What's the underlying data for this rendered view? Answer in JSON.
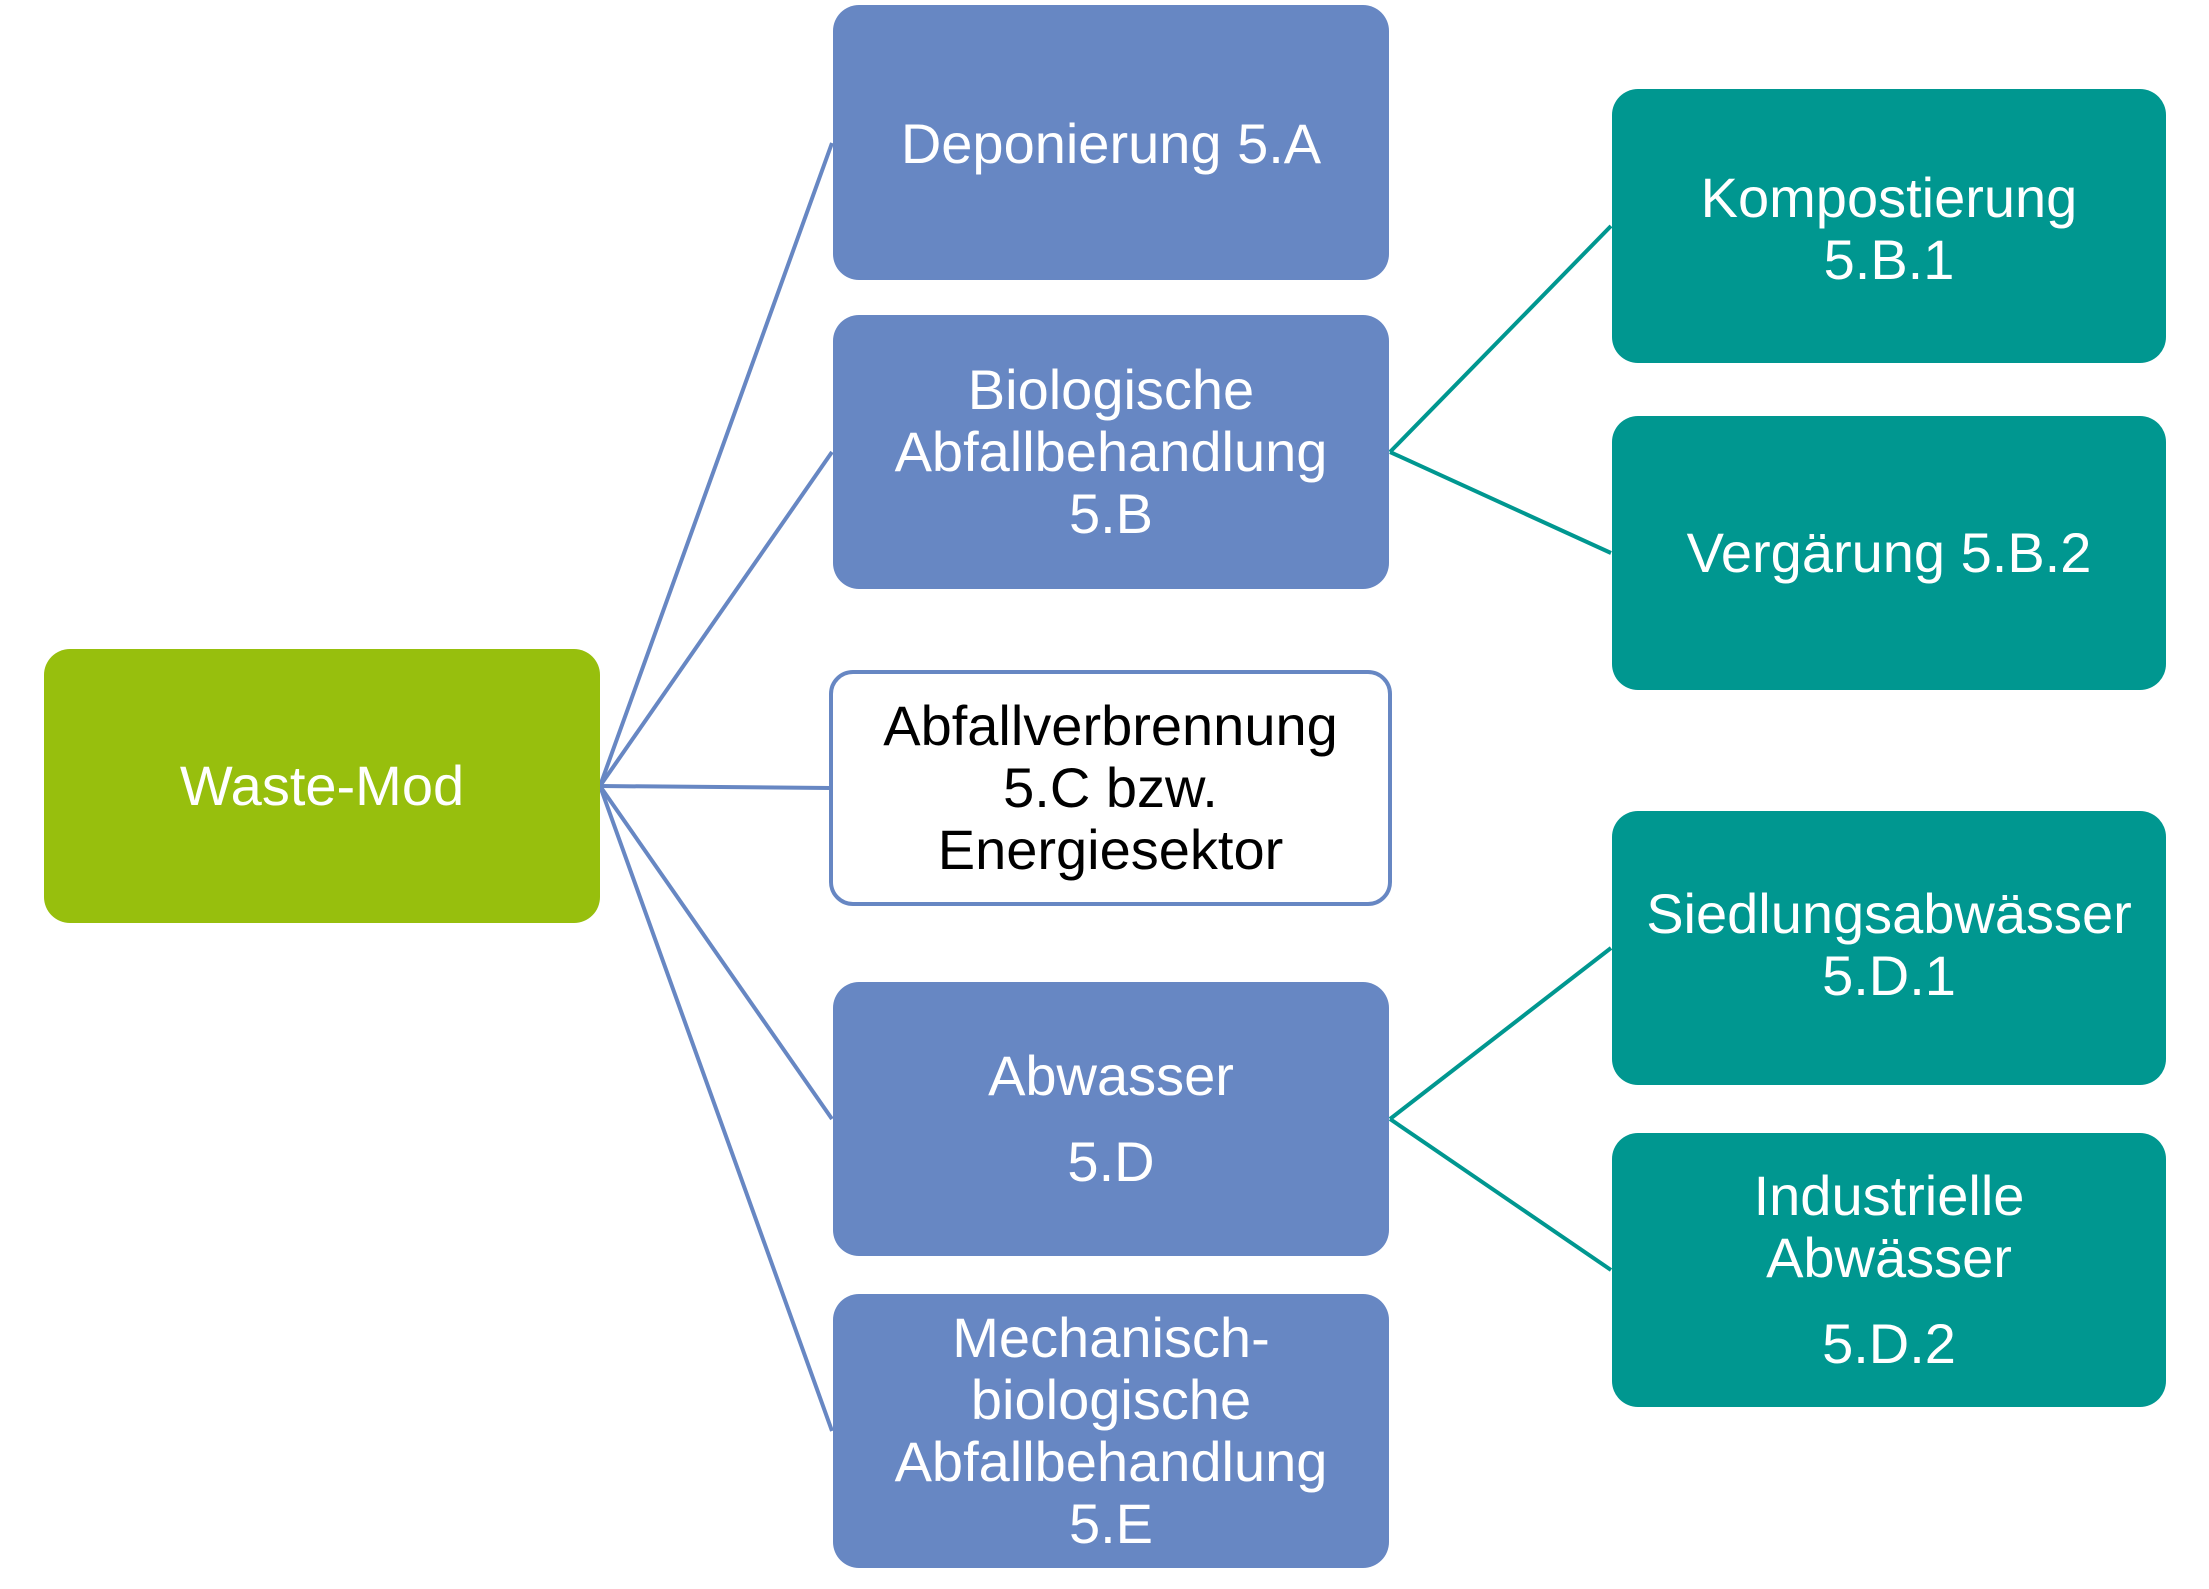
{
  "diagram": {
    "colors": {
      "root": "#97bf0d",
      "level1": "#6787c3",
      "level2": "#009790",
      "outline_text": "#000000",
      "connector_level1": "#6787c3",
      "connector_level2": "#009790"
    },
    "root": {
      "id": "waste-mod",
      "lines": [
        "Waste-Mod"
      ]
    },
    "level1": [
      {
        "id": "deponierung",
        "lines": [
          "Deponierung 5.A"
        ],
        "style": "filled"
      },
      {
        "id": "biologische",
        "lines": [
          "Biologische",
          "Abfallbehandlung",
          "5.B"
        ],
        "style": "filled"
      },
      {
        "id": "abfallverbrennung",
        "lines": [
          "Abfallverbrennung",
          "5.C bzw.",
          "Energiesektor"
        ],
        "style": "outline"
      },
      {
        "id": "abwasser",
        "lines": [
          "Abwasser",
          "5.D"
        ],
        "style": "filled"
      },
      {
        "id": "mba",
        "lines": [
          "Mechanisch-",
          "biologische",
          "Abfallbehandlung",
          "5.E"
        ],
        "style": "filled"
      }
    ],
    "level2": [
      {
        "id": "kompostierung",
        "parent": "biologische",
        "lines": [
          "Kompostierung",
          "5.B.1"
        ]
      },
      {
        "id": "vergaerung",
        "parent": "biologische",
        "lines": [
          "Vergärung 5.B.2"
        ]
      },
      {
        "id": "siedlungsabwaesser",
        "parent": "abwasser",
        "lines": [
          "Siedlungsabwässer",
          "5.D.1"
        ]
      },
      {
        "id": "industrielle",
        "parent": "abwasser",
        "lines": [
          "Industrielle",
          "Abwässer",
          "5.D.2"
        ]
      }
    ]
  }
}
